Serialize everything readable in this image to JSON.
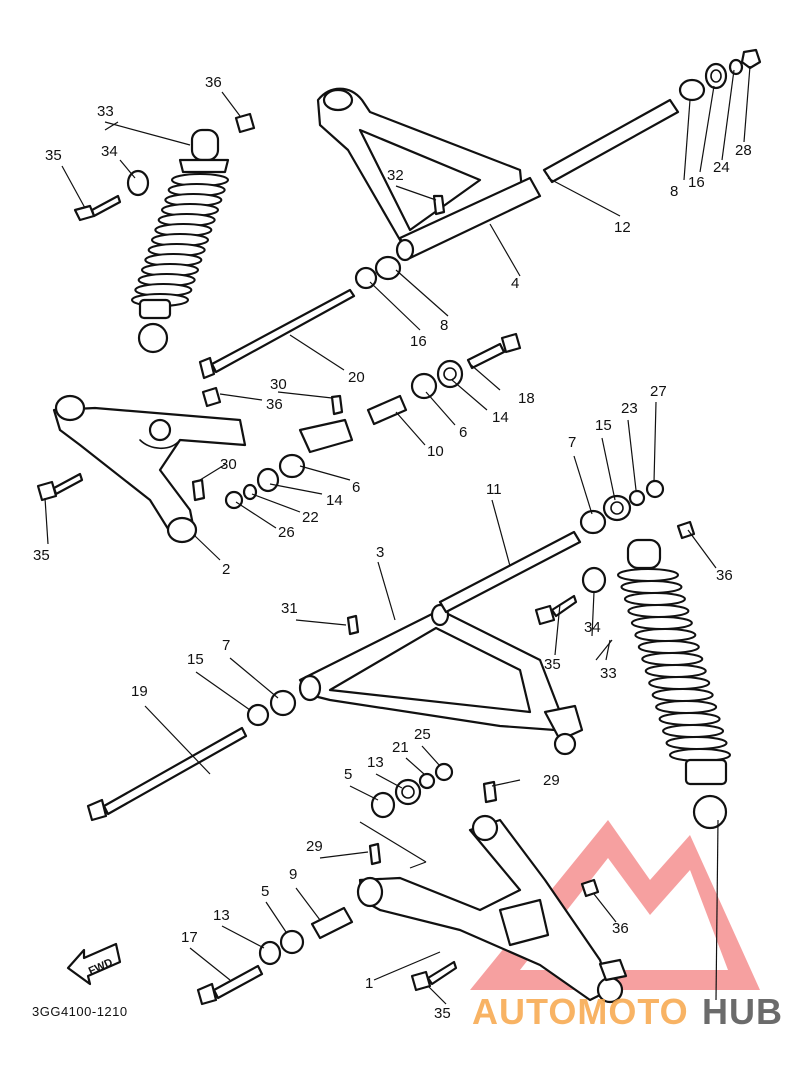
{
  "diagram_code": "3GG4100-1210",
  "fwd_label": "FWD",
  "watermark": {
    "part1": "AUTOMOTO",
    "part2": "HUB",
    "color_primary": "#f26b6b",
    "color_secondary": "#f7a64a",
    "color_dark": "#3a3a3a"
  },
  "callouts": [
    {
      "id": "c1",
      "label": "1"
    },
    {
      "id": "c2",
      "label": "2"
    },
    {
      "id": "c3",
      "label": "3"
    },
    {
      "id": "c4",
      "label": "4"
    },
    {
      "id": "c5a",
      "label": "5"
    },
    {
      "id": "c5b",
      "label": "5"
    },
    {
      "id": "c6a",
      "label": "6"
    },
    {
      "id": "c6b",
      "label": "6"
    },
    {
      "id": "c7a",
      "label": "7"
    },
    {
      "id": "c7b",
      "label": "7"
    },
    {
      "id": "c8a",
      "label": "8"
    },
    {
      "id": "c8b",
      "label": "8"
    },
    {
      "id": "c9",
      "label": "9"
    },
    {
      "id": "c10",
      "label": "10"
    },
    {
      "id": "c11",
      "label": "11"
    },
    {
      "id": "c12",
      "label": "12"
    },
    {
      "id": "c13a",
      "label": "13"
    },
    {
      "id": "c13b",
      "label": "13"
    },
    {
      "id": "c14a",
      "label": "14"
    },
    {
      "id": "c14b",
      "label": "14"
    },
    {
      "id": "c15a",
      "label": "15"
    },
    {
      "id": "c15b",
      "label": "15"
    },
    {
      "id": "c16a",
      "label": "16"
    },
    {
      "id": "c16b",
      "label": "16"
    },
    {
      "id": "c17",
      "label": "17"
    },
    {
      "id": "c18",
      "label": "18"
    },
    {
      "id": "c19",
      "label": "19"
    },
    {
      "id": "c20",
      "label": "20"
    },
    {
      "id": "c21",
      "label": "21"
    },
    {
      "id": "c22",
      "label": "22"
    },
    {
      "id": "c23",
      "label": "23"
    },
    {
      "id": "c24",
      "label": "24"
    },
    {
      "id": "c25",
      "label": "25"
    },
    {
      "id": "c26",
      "label": "26"
    },
    {
      "id": "c27",
      "label": "27"
    },
    {
      "id": "c28",
      "label": "28"
    },
    {
      "id": "c29a",
      "label": "29"
    },
    {
      "id": "c29b",
      "label": "29"
    },
    {
      "id": "c30a",
      "label": "30"
    },
    {
      "id": "c30b",
      "label": "30"
    },
    {
      "id": "c31",
      "label": "31"
    },
    {
      "id": "c32",
      "label": "32"
    },
    {
      "id": "c33a",
      "label": "33"
    },
    {
      "id": "c33b",
      "label": "33"
    },
    {
      "id": "c34a",
      "label": "34"
    },
    {
      "id": "c34b",
      "label": "34"
    },
    {
      "id": "c35a",
      "label": "35"
    },
    {
      "id": "c35b",
      "label": "35"
    },
    {
      "id": "c35c",
      "label": "35"
    },
    {
      "id": "c35d",
      "label": "35"
    },
    {
      "id": "c36a",
      "label": "36"
    },
    {
      "id": "c36b",
      "label": "36"
    },
    {
      "id": "c36c",
      "label": "36"
    },
    {
      "id": "c36d",
      "label": "36"
    }
  ]
}
